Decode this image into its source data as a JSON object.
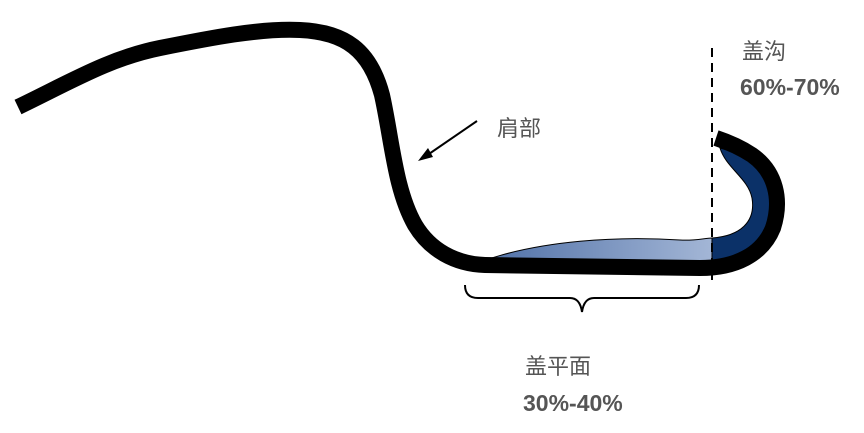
{
  "labels": {
    "shoulder": "肩部",
    "groove": "盖沟",
    "groove_pct": "60%-70%",
    "flat": "盖平面",
    "flat_pct": "30%-40%"
  },
  "colors": {
    "outline": "#000000",
    "groove_fill": "#0b3168",
    "flat_fill_start": "#4e6fa6",
    "flat_fill_end": "#a3b6d6",
    "text": "#555555"
  }
}
